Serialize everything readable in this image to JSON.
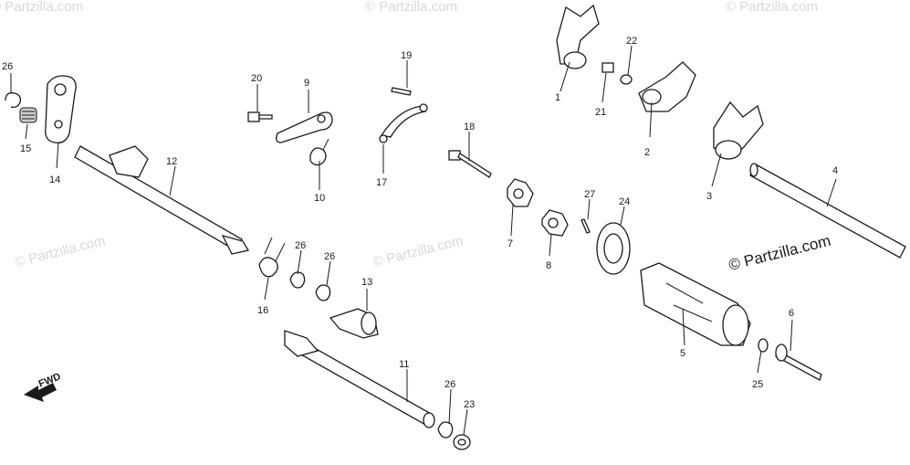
{
  "watermark": "© Partzilla.com",
  "corner_watermark": "© Partzilla.com",
  "fwd_label": "FWD",
  "callouts": [
    {
      "id": "c1",
      "n": "1"
    },
    {
      "id": "c2",
      "n": "2"
    },
    {
      "id": "c3",
      "n": "3"
    },
    {
      "id": "c4",
      "n": "4"
    },
    {
      "id": "c5",
      "n": "5"
    },
    {
      "id": "c6",
      "n": "6"
    },
    {
      "id": "c7",
      "n": "7"
    },
    {
      "id": "c8",
      "n": "8"
    },
    {
      "id": "c9",
      "n": "9"
    },
    {
      "id": "c10",
      "n": "10"
    },
    {
      "id": "c11",
      "n": "11"
    },
    {
      "id": "c12",
      "n": "12"
    },
    {
      "id": "c13",
      "n": "13"
    },
    {
      "id": "c14",
      "n": "14"
    },
    {
      "id": "c15",
      "n": "15"
    },
    {
      "id": "c16",
      "n": "16"
    },
    {
      "id": "c17",
      "n": "17"
    },
    {
      "id": "c18",
      "n": "18"
    },
    {
      "id": "c19",
      "n": "19"
    },
    {
      "id": "c20",
      "n": "20"
    },
    {
      "id": "c21",
      "n": "21"
    },
    {
      "id": "c22",
      "n": "22"
    },
    {
      "id": "c23",
      "n": "23"
    },
    {
      "id": "c24",
      "n": "24"
    },
    {
      "id": "c25",
      "n": "25"
    },
    {
      "id": "c26a",
      "n": "26"
    },
    {
      "id": "c26b",
      "n": "26"
    },
    {
      "id": "c26c",
      "n": "26"
    },
    {
      "id": "c26d",
      "n": "26"
    },
    {
      "id": "c27",
      "n": "27"
    }
  ]
}
